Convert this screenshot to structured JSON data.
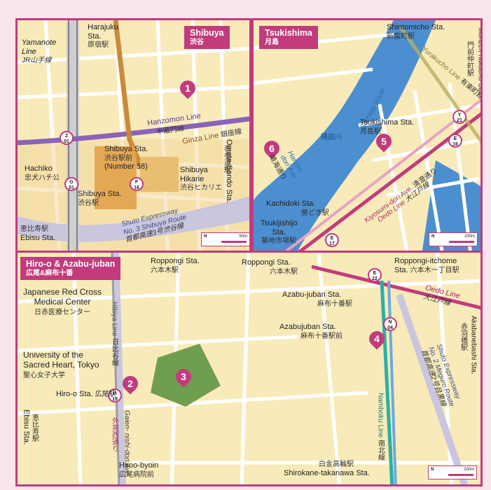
{
  "panels": {
    "shibuya": {
      "title": "Shibuya",
      "title_ja": "渋谷",
      "labels": {
        "harajuku": "Harajuku",
        "harajuku2": "Sta.",
        "harajuku_ja": "原宿駅",
        "yamanote": "Yamanote",
        "yamanote2": "Line",
        "yamanote_ja": "JR山手線",
        "hanzomon": "Hanzomon Line",
        "hanzomon_ja": "半蔵門線",
        "ginza": "Ginza Line",
        "ginza_ja": "銀座線",
        "omotesando": "Omote-Sando Sta.",
        "omotesando_ja": "表参道駅",
        "hachiko": "Hachiko",
        "hachiko_ja": "忠犬ハチ公",
        "shibuya_sta_bus": "Shibuya Sta.",
        "shibuya_sta_bus_ja": "渋谷駅前",
        "shibuya_sta_bus_num": "(Number 58)",
        "hikarie": "Shibuya",
        "hikarie2": "Hikarie",
        "hikarie_ja": "渋谷ヒカリエ",
        "shibuya_sta": "Shibuya Sta.",
        "shibuya_sta_ja": "渋谷駅",
        "shuto": "Shuto Expressway",
        "shuto2": "No. 3 Shibuya Route",
        "shuto_ja": "首都高速3号渋谷線",
        "ebisu": "Ebisu Sta.",
        "ebisu_ja": "恵比寿駅"
      },
      "badges": {
        "z": "Z\n01",
        "g": "G\n01",
        "f": "F\n16"
      },
      "pins": [
        "1"
      ],
      "scale": "50m"
    },
    "tsukishima": {
      "title": "Tsukishima",
      "title_ja": "月島",
      "labels": {
        "shintomicho": "Shintomicho Sta.",
        "shintomicho_ja": "新富町駅",
        "monzen": "Monzen-nakacho",
        "monzen2": "Sta.",
        "monzen_ja": "門前仲町駅",
        "sumida": "Sumida River",
        "sumida_ja": "隅田川",
        "yurakucho": "Yurakucho Line",
        "yurakucho_ja": "有楽町線",
        "tsukishima_sta": "Tsukishima Sta.",
        "tsukishima_sta_ja": "月島駅",
        "harumi": "Harumi-",
        "harumi2": "dori Ave.",
        "harumi_ja": "晴海通り",
        "kachidoki": "Kachidoki Sta.",
        "kachidoki_ja": "勝どき駅",
        "kiyosumi": "Kiyosumi-dori Ave.",
        "kiyosumi_ja": "清澄通り",
        "oedo": "Oedo Line",
        "oedo_ja": "大江戸線",
        "tsukiji": "Tsukijishijo",
        "tsukiji2": "Sta.",
        "tsukiji_ja": "築地市場駅"
      },
      "badges": {
        "y": "Y\n21",
        "e16": "E\n16",
        "e17": "E\n17"
      },
      "pins": [
        "5",
        "6"
      ],
      "scale": "200m"
    },
    "hiroo": {
      "title": "Hiro-o & Azabu-juban",
      "title_ja": "広尾&麻布十番",
      "labels": {
        "roppongi": "Roppongi Sta.",
        "roppongi_ja": "六本木駅",
        "roppongi2": "Roppongi Sta.",
        "roppongi2_ja": "六本木駅",
        "roppongi_itchome": "Roppongi-itchome",
        "roppongi_itchome2": "Sta.",
        "roppongi_itchome_ja": "六本木一丁目駅",
        "jrc": "Japanese Red Cross",
        "jrc2": "Medical Center",
        "jrc_ja": "日赤医療センター",
        "univ": "University of the",
        "univ2": "Sacred Heart, Tokyo",
        "univ_ja": "聖心女子大学",
        "hibiya": "Hibiya Line",
        "hibiya_ja": "日比谷線",
        "hiroo_sta": "Hiro-o Sta.",
        "hiroo_sta_ja": "広尾駅",
        "ebisu": "Ebisu Sta.",
        "ebisu_ja": "恵比寿駅",
        "gaien": "Gaien-",
        "gaien2": "nishi-dori Ave.",
        "gaien_ja": "外苑西通り",
        "hiroo_byoin": "Hiroo-byoin",
        "hiroo_byoin_ja": "広尾病院前",
        "azabujuban_sta": "Azabu-juban Sta.",
        "azabujuban_sta_ja": "麻布十番駅",
        "azabujuban_bus": "Azabujuban Sta.",
        "azabujuban_bus_ja": "麻布十番駅前",
        "oedo": "Oedo Line",
        "oedo_ja": "大江戸線",
        "namboku": "Namboku Line",
        "namboku_ja": "南北線",
        "shuto": "Shuto Expressway",
        "shuto2": "No. 2 Meguro Route",
        "shuto_ja": "首都高速2号目黒線",
        "akabanebashi": "Akabanebashi Sta.",
        "akabanebashi_ja": "赤羽橋駅",
        "shirokane": "Shirokane-takanawa Sta.",
        "shirokane_ja": "白金高輪駅"
      },
      "badges": {
        "h": "H\n19",
        "e22": "E\n22",
        "n": "N\n04"
      },
      "pins": [
        "2",
        "3",
        "4"
      ],
      "scale": "200m"
    }
  },
  "colors": {
    "accent": "#c23b7c",
    "street": "#ffffff",
    "block": "#f6e7b8",
    "park": "#6f9e4f",
    "water": "#4c8fd0",
    "expressway": "#c9c6de",
    "station": "#e2a24a"
  }
}
